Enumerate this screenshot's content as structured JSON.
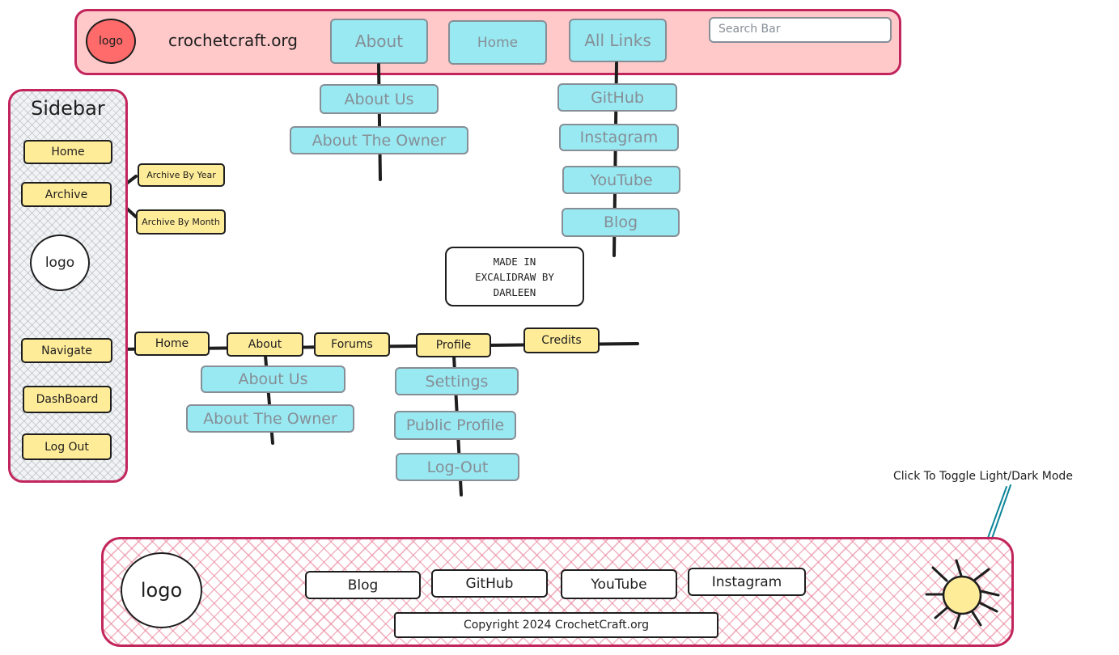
{
  "header": {
    "logo_label": "logo",
    "site_title": "crochetcraft.org",
    "nav": {
      "about": "About",
      "home": "Home",
      "all_links": "All Links"
    },
    "search_placeholder": "Search Bar"
  },
  "about_menu": [
    "About Us",
    "About The Owner"
  ],
  "links_menu": [
    "GitHub",
    "Instagram",
    "YouTube",
    "Blog"
  ],
  "sidebar": {
    "title": "Sidebar",
    "home": "Home",
    "archive": "Archive",
    "archive_by_year": "Archive By Year",
    "archive_by_month": "Archive By Month",
    "logo_label": "logo",
    "navigate": "Navigate",
    "dashboard": "DashBoard",
    "logout": "Log Out"
  },
  "navigate_bar": {
    "home": "Home",
    "about": "About",
    "forums": "Forums",
    "profile": "Profile",
    "credits": "Credits"
  },
  "nav_about_menu": [
    "About Us",
    "About The Owner"
  ],
  "profile_menu": [
    "Settings",
    "Public Profile",
    "Log-Out"
  ],
  "note": "MADE IN\nEXCALIDRAW BY\nDARLEEN",
  "toggle_note": "Click To Toggle Light/Dark Mode",
  "footer": {
    "logo_label": "logo",
    "links": {
      "blog": "Blog",
      "github": "GitHub",
      "youtube": "YouTube",
      "instagram": "Instagram"
    },
    "copyright": "Copyright 2024 CrochetCraft.org"
  },
  "colors": {
    "header_fill": "#ffc9c9",
    "frame_stroke": "#c2255c",
    "logo_fill": "#ff6b6b",
    "menu_fill": "#99e9f2",
    "button_fill": "#ffec99",
    "sun_fill": "#ffec99",
    "arrow": "#0c8599"
  }
}
